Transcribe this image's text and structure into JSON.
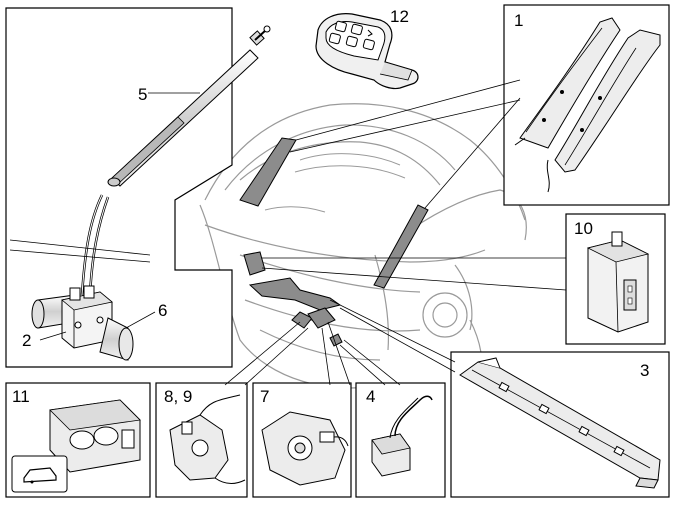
{
  "callouts": {
    "c1": "1",
    "c2": "2",
    "c3": "3",
    "c4": "4",
    "c5": "5",
    "c6": "6",
    "c7": "7",
    "c8_9": "8, 9",
    "c10": "10",
    "c11": "11",
    "c12": "12"
  },
  "colors": {
    "line": "#000000",
    "component_fill": "#e8e8e8",
    "highlight_fill": "#8c8c8c",
    "car_line": "#9a9a9a"
  }
}
